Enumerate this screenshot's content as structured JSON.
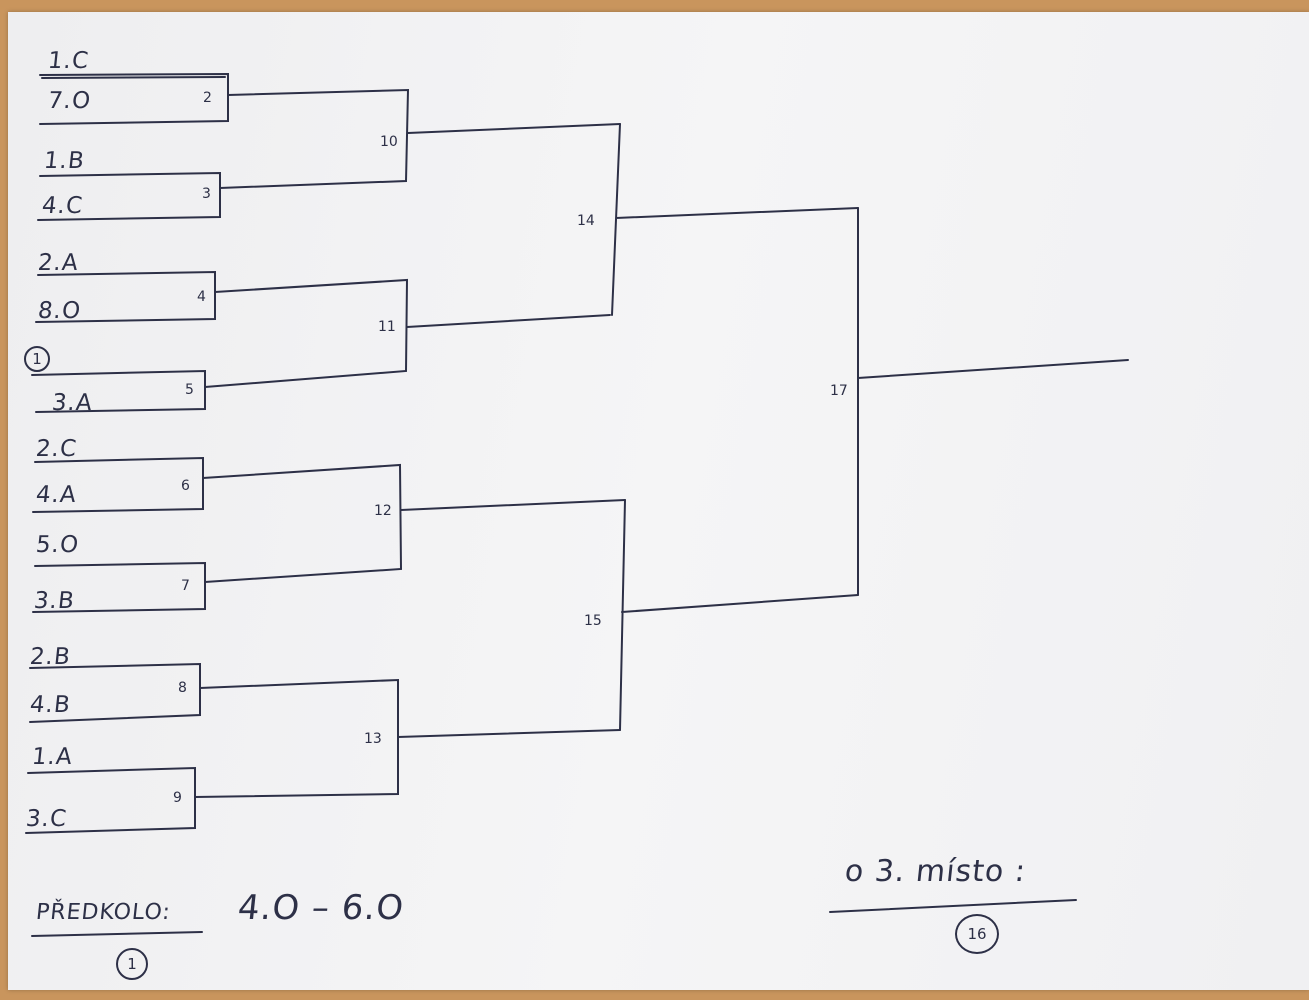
{
  "ink_color": "#2d3047",
  "paper_color": "#f3f3f4",
  "first_round": [
    {
      "match": "2",
      "team_top": "1.C",
      "team_bottom": "7.O"
    },
    {
      "match": "3",
      "team_top": "1.B",
      "team_bottom": "4.C"
    },
    {
      "match": "4",
      "team_top": "2.A",
      "team_bottom": "8.O"
    },
    {
      "match": "5",
      "team_top": "1",
      "team_bottom": "3.A"
    },
    {
      "match": "6",
      "team_top": "2.C",
      "team_bottom": "4.A"
    },
    {
      "match": "7",
      "team_top": "5.O",
      "team_bottom": "3.B"
    },
    {
      "match": "8",
      "team_top": "2.B",
      "team_bottom": "4.B"
    },
    {
      "match": "9",
      "team_top": "1.A",
      "team_bottom": "3.C"
    }
  ],
  "quarterfinals": [
    "10",
    "11",
    "12",
    "13"
  ],
  "semifinals": [
    "14",
    "15"
  ],
  "final": "17",
  "preliminary": {
    "label": "PŘEDKOLO:",
    "match": "1",
    "teams": "4.O – 6.O"
  },
  "third_place": {
    "label": "o 3. místo :",
    "match": "16"
  }
}
